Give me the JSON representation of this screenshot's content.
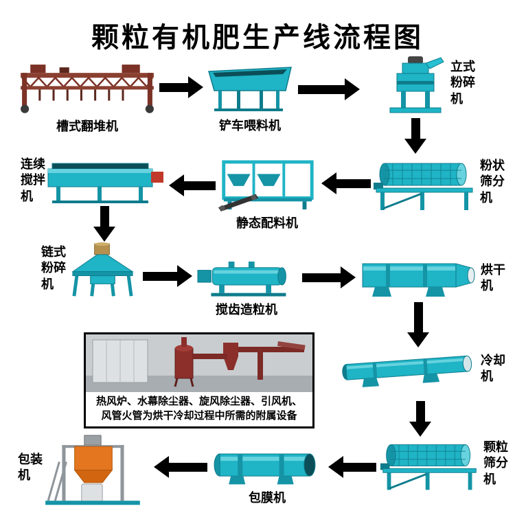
{
  "title": "颗粒有机肥生产线流程图",
  "machines": {
    "trough_turner": {
      "label": "槽式翻堆机"
    },
    "loader_feeder": {
      "label": "铲车喂料机"
    },
    "vertical_crusher": {
      "label": "立式粉碎机"
    },
    "powder_screener": {
      "label": "粉状筛分机"
    },
    "static_batcher": {
      "label": "静态配料机"
    },
    "continuous_mixer": {
      "label": "连续搅拌机"
    },
    "chain_crusher": {
      "label": "链式粉碎机"
    },
    "tooth_granulator": {
      "label": "搅齿造粒机"
    },
    "dryer": {
      "label": "烘干机"
    },
    "cooler": {
      "label": "冷却机"
    },
    "granule_screener": {
      "label": "颗粒筛分机"
    },
    "coating_machine": {
      "label": "包膜机"
    },
    "packing_machine": {
      "label": "包装机"
    }
  },
  "inset": {
    "caption_line1": "热风炉、水幕除尘器、旋风除尘器、引风机、",
    "caption_line2": "风管火管为烘干冷却过程中所需的附属设备"
  },
  "colors": {
    "machine_teal": "#1fb4c6",
    "machine_teal_dark": "#0e7c8c",
    "arrow_black": "#000000",
    "packer_orange": "#e4761f",
    "turner_maroon": "#7c3226"
  }
}
